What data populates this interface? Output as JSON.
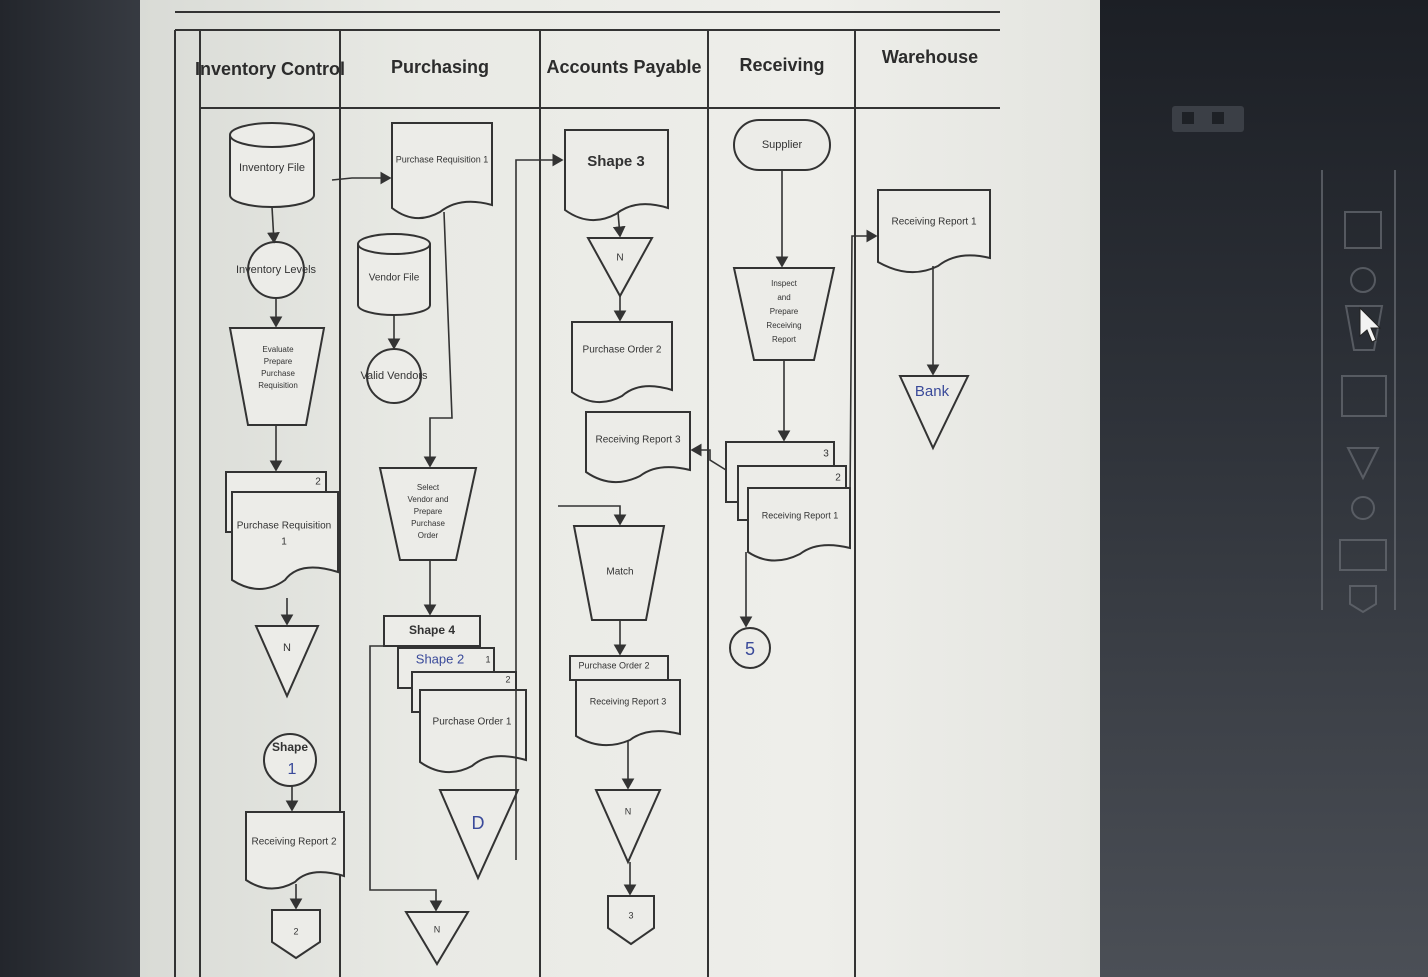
{
  "lanes": [
    {
      "id": "inventory",
      "label": "Inventory Control"
    },
    {
      "id": "purchasing",
      "label": "Purchasing"
    },
    {
      "id": "ap",
      "label": "Accounts Payable"
    },
    {
      "id": "receiving",
      "label": "Receiving"
    },
    {
      "id": "warehouse",
      "label": "Warehouse"
    }
  ],
  "inventory": {
    "file": "Inventory File",
    "levels": "Inventory Levels",
    "prepare_lines": [
      "Evaluate",
      "Prepare",
      "Purchase",
      "Requisition"
    ],
    "doc": "Purchase Requisition",
    "doc_num": "1",
    "doc_back": "2",
    "offpage": "N",
    "shape1": "Shape",
    "shape1_num": "1",
    "report": "Receiving Report 2",
    "connector": "2"
  },
  "purchasing": {
    "doc": "Purchase Requisition 1",
    "vendor_file": "Vendor File",
    "valid_vendors": "Valid Vendors",
    "process_lines": [
      "Select",
      "Vendor and",
      "Prepare",
      "Purchase",
      "Order"
    ],
    "shape4": "Shape 4",
    "shape2": "Shape 2",
    "shape2_num": "1",
    "po_num": "2",
    "po": "Purchase Order 1",
    "triangle_d": "D",
    "offpage": "N"
  },
  "ap": {
    "shape3": "Shape 3",
    "file_n": "N",
    "po2": "Purchase Order 2",
    "rr3": "Receiving Report 3",
    "match": "Match",
    "po2b": "Purchase Order 2",
    "rr3b": "Receiving Report 3",
    "file_n2": "N",
    "connector": "3"
  },
  "receiving": {
    "supplier": "Supplier",
    "inspect_lines": [
      "Inspect",
      "and",
      "Prepare",
      "Receiving",
      "Report"
    ],
    "copy3": "3",
    "copy2": "2",
    "rr": "Receiving Report 1",
    "circle5": "5"
  },
  "warehouse": {
    "rr": "Receiving Report 1",
    "bank": "Bank"
  }
}
